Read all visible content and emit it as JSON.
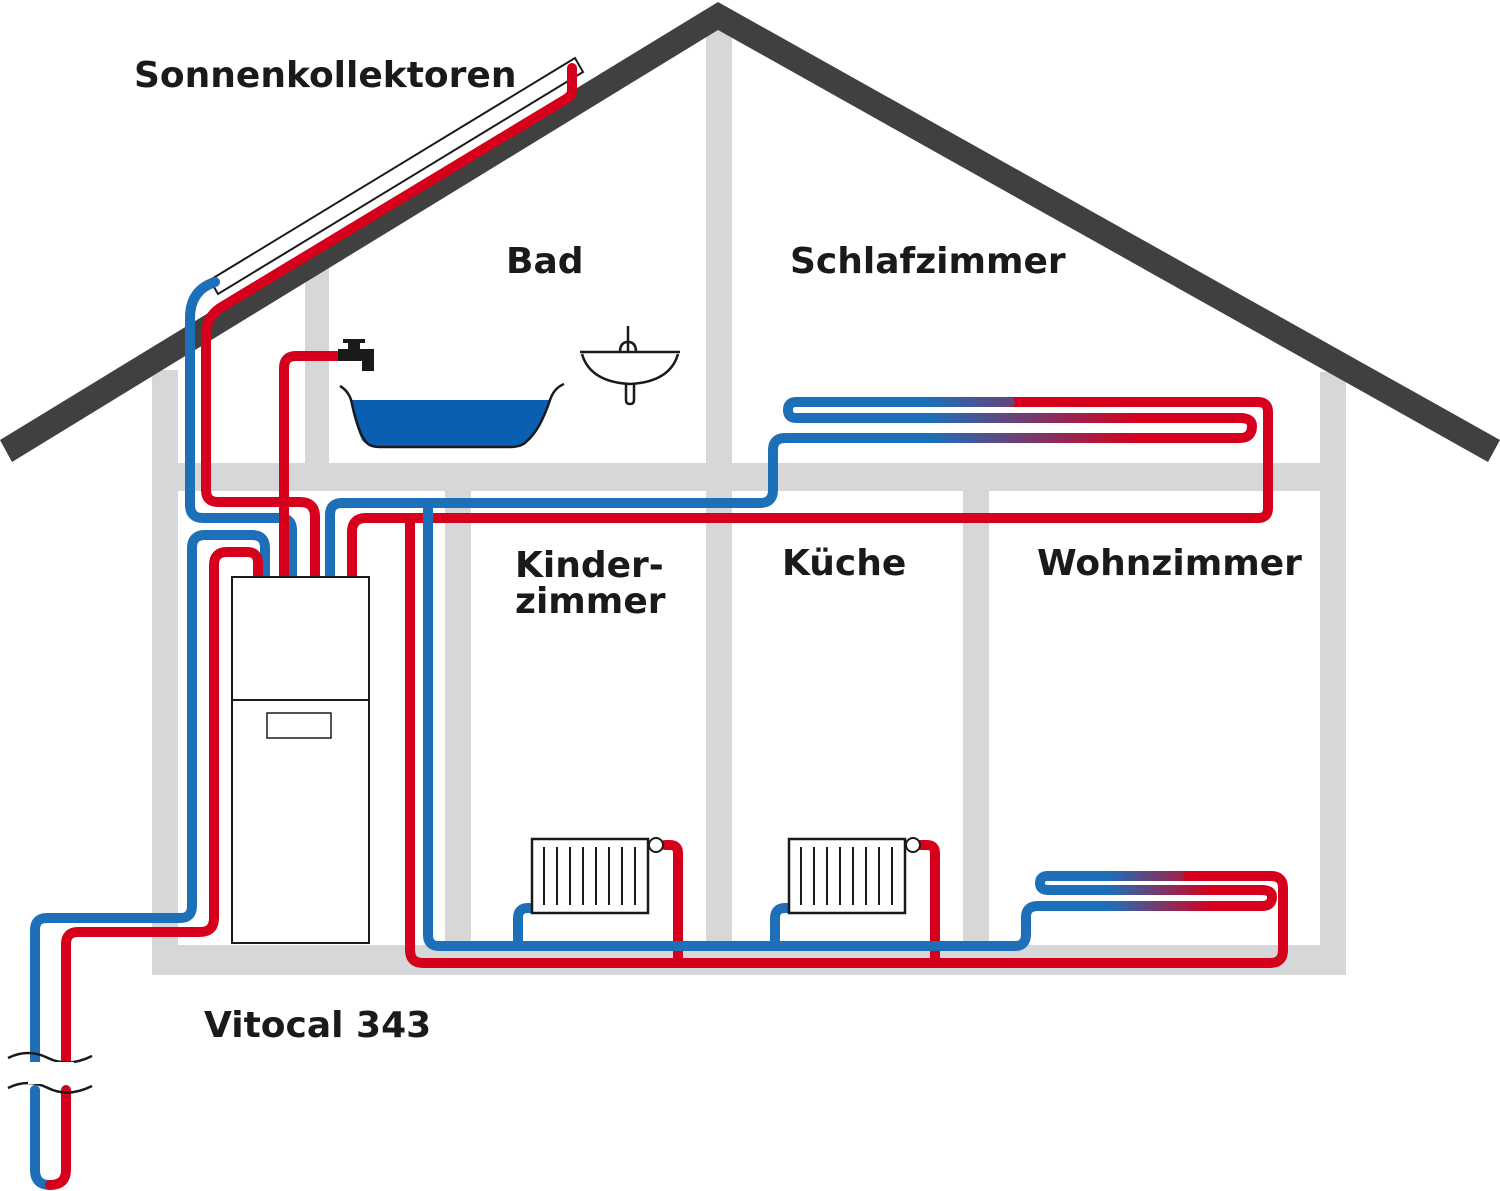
{
  "labels": {
    "solar_collectors": "Sonnenkollektoren",
    "bathroom": "Bad",
    "bedroom": "Schlafzimmer",
    "childrens_room_line1": "Kinder-",
    "childrens_room_line2": "zimmer",
    "kitchen": "Küche",
    "living_room": "Wohnzimmer",
    "heat_pump": "Vitocal 343"
  },
  "colors": {
    "roof": "#404041",
    "wall": "#d6d7d9",
    "hot_pipe": "#d6001c",
    "cold_pipe": "#1d6fb8",
    "bath_water": "#0a5fb0",
    "outline": "#1a1a1a"
  }
}
